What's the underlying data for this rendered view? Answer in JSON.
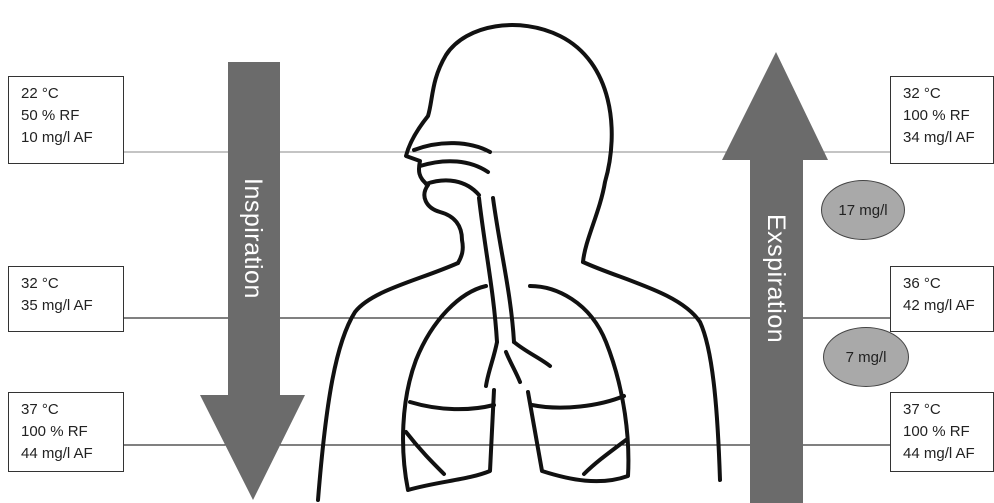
{
  "left_boxes": [
    {
      "lines": [
        "22 °C",
        "50 % RF",
        "10 mg/l AF"
      ]
    },
    {
      "lines": [
        "32 °C",
        "35 mg/l AF"
      ]
    },
    {
      "lines": [
        "37 °C",
        "100 % RF",
        "44 mg/l AF"
      ]
    }
  ],
  "right_boxes": [
    {
      "lines": [
        "32 °C",
        "100 % RF",
        "34 mg/l AF"
      ]
    },
    {
      "lines": [
        "36 °C",
        "42 mg/l AF"
      ]
    },
    {
      "lines": [
        "37 °C",
        "100 % RF",
        "44 mg/l AF"
      ]
    }
  ],
  "arrows": {
    "inspiration": "Inspiration",
    "exspiration": "Exspiration"
  },
  "differences": [
    "17 mg/l",
    "7 mg/l"
  ],
  "colors": {
    "arrow": "#6b6b6b",
    "ellipse": "#a9a9a9",
    "outline": "#111111"
  }
}
